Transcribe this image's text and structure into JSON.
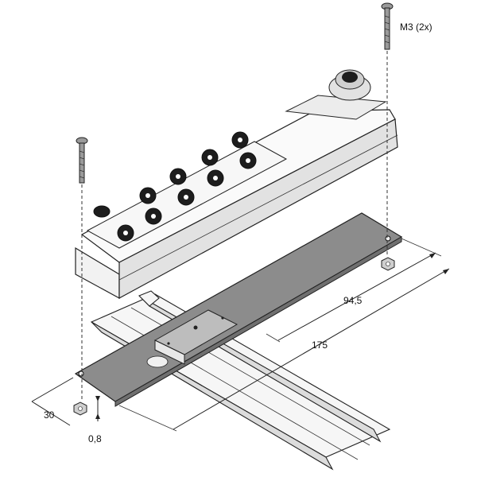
{
  "labels": {
    "screw_spec": "M3 (2x)",
    "dim_94_5": "94,5",
    "dim_175": "175",
    "dim_30": "30",
    "dim_0_8": "0,8"
  },
  "icons": {
    "plate_mark": "hand-mark-icon"
  }
}
